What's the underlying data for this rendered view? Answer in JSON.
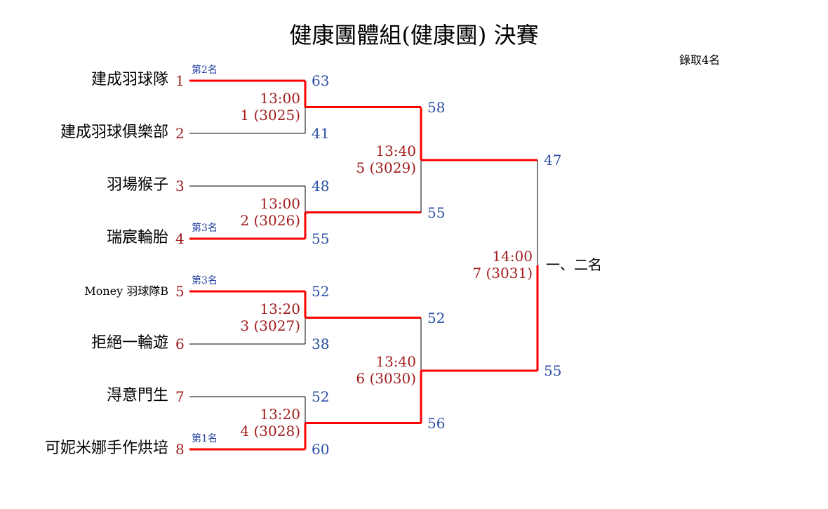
{
  "title": "健康團體組(健康團) 決賽",
  "quota": "錄取4名",
  "winner_label": "一、二名",
  "colors": {
    "win": "#ff0000",
    "lose": "#000000",
    "seed": "#a01c1c",
    "score": "#2b4fa6"
  },
  "teams": [
    {
      "seed": "1",
      "name": "建成羽球隊",
      "rank": "第2名"
    },
    {
      "seed": "2",
      "name": "建成羽球俱樂部",
      "rank": null
    },
    {
      "seed": "3",
      "name": "羽場猴子",
      "rank": null
    },
    {
      "seed": "4",
      "name": "瑞宸輪胎",
      "rank": "第3名"
    },
    {
      "seed": "5",
      "name": "Money 羽球隊B",
      "rank": "第3名"
    },
    {
      "seed": "6",
      "name": "拒絕一輪遊",
      "rank": null
    },
    {
      "seed": "7",
      "name": "淂意門生",
      "rank": null
    },
    {
      "seed": "8",
      "name": "可妮米娜手作烘培",
      "rank": "第1名"
    }
  ],
  "matches": [
    {
      "round": 1,
      "time": "13:00",
      "label": "1 (3025)",
      "top_score": "63",
      "bottom_score": "41",
      "winner": "top"
    },
    {
      "round": 1,
      "time": "13:00",
      "label": "2 (3026)",
      "top_score": "48",
      "bottom_score": "55",
      "winner": "bottom"
    },
    {
      "round": 1,
      "time": "13:20",
      "label": "3 (3027)",
      "top_score": "52",
      "bottom_score": "38",
      "winner": "top"
    },
    {
      "round": 1,
      "time": "13:20",
      "label": "4 (3028)",
      "top_score": "52",
      "bottom_score": "60",
      "winner": "bottom"
    },
    {
      "round": 2,
      "time": "13:40",
      "label": "5 (3029)",
      "top_score": "58",
      "bottom_score": "55",
      "winner": "top"
    },
    {
      "round": 2,
      "time": "13:40",
      "label": "6 (3030)",
      "top_score": "52",
      "bottom_score": "56",
      "winner": "bottom"
    },
    {
      "round": 3,
      "time": "14:00",
      "label": "7 (3031)",
      "top_score": "47",
      "bottom_score": "55",
      "winner": "bottom"
    }
  ]
}
